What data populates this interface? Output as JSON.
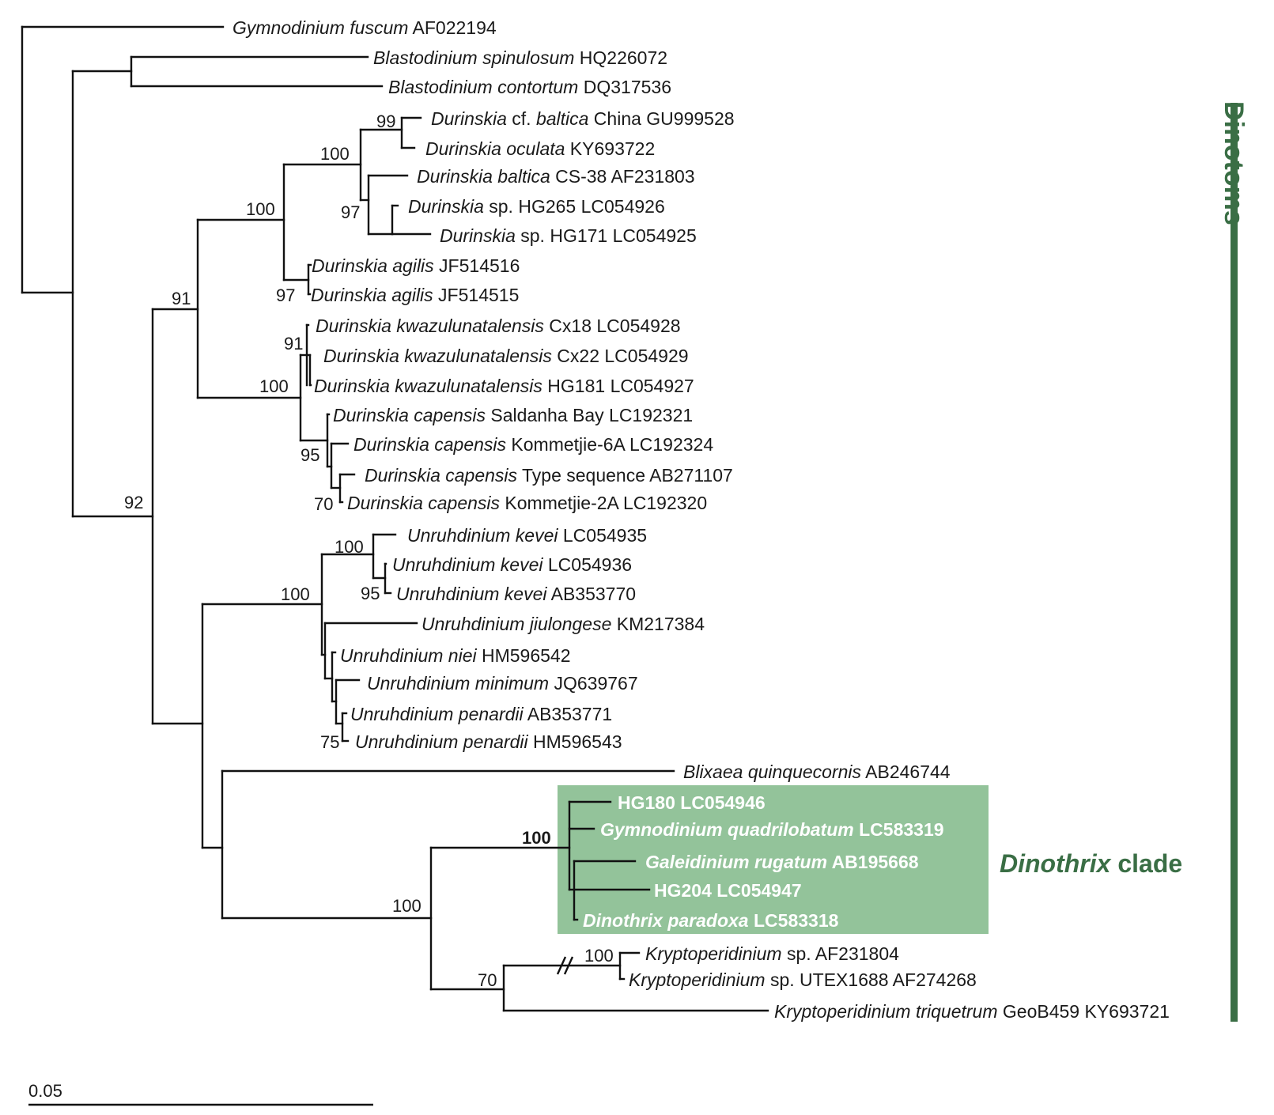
{
  "colors": {
    "branch": "#111111",
    "clade_box": "#93c39a",
    "accent_green": "#3a6e45",
    "text": "#1a1a1a",
    "highlight_text": "#ffffff"
  },
  "group_label": "Dinotoms",
  "clade_label": {
    "italic": "Dinothrix",
    "rest": " clade"
  },
  "scale_bar": {
    "label": "0.05"
  },
  "taxa": [
    {
      "id": "t1",
      "italic": "Gymnodinium fuscum",
      "rest": " AF022194"
    },
    {
      "id": "t2",
      "italic": "Blastodinium spinulosum",
      "rest": " HQ226072"
    },
    {
      "id": "t3",
      "italic": "Blastodinium contortum",
      "rest": " DQ317536"
    },
    {
      "id": "t4",
      "italic": "Durinskia",
      "rest": " cf. ",
      "italic2": "baltica",
      "rest2": " China GU999528"
    },
    {
      "id": "t5",
      "italic": "Durinskia oculata",
      "rest": " KY693722"
    },
    {
      "id": "t6",
      "italic": "Durinskia baltica",
      "rest": " CS-38 AF231803"
    },
    {
      "id": "t7",
      "italic": "Durinskia",
      "rest": " sp. HG265 LC054926"
    },
    {
      "id": "t8",
      "italic": "Durinskia",
      "rest": " sp. HG171 LC054925"
    },
    {
      "id": "t9",
      "italic": "Durinskia agilis",
      "rest": " JF514516"
    },
    {
      "id": "t10",
      "italic": "Durinskia agilis",
      "rest": " JF514515"
    },
    {
      "id": "t11",
      "italic": "Durinskia kwazulunatalensis",
      "rest": " Cx18 LC054928"
    },
    {
      "id": "t12",
      "italic": "Durinskia kwazulunatalensis",
      "rest": " Cx22 LC054929"
    },
    {
      "id": "t13",
      "italic": "Durinskia kwazulunatalensis",
      "rest": " HG181 LC054927"
    },
    {
      "id": "t14",
      "italic": "Durinskia capensis",
      "rest": " Saldanha Bay LC192321"
    },
    {
      "id": "t15",
      "italic": "Durinskia capensis",
      "rest": " Kommetjie-6A LC192324"
    },
    {
      "id": "t16",
      "italic": "Durinskia capensis",
      "rest": " Type sequence AB271107"
    },
    {
      "id": "t17",
      "italic": "Durinskia capensis",
      "rest": " Kommetjie-2A LC192320"
    },
    {
      "id": "t18",
      "italic": "Unruhdinium kevei",
      "rest": " LC054935"
    },
    {
      "id": "t19",
      "italic": "Unruhdinium kevei",
      "rest": " LC054936"
    },
    {
      "id": "t20",
      "italic": "Unruhdinium kevei",
      "rest": " AB353770"
    },
    {
      "id": "t21",
      "italic": "Unruhdinium jiulongese",
      "rest": " KM217384"
    },
    {
      "id": "t22",
      "italic": "Unruhdinium niei",
      "rest": " HM596542"
    },
    {
      "id": "t23",
      "italic": "Unruhdinium minimum",
      "rest": " JQ639767"
    },
    {
      "id": "t24",
      "italic": "Unruhdinium penardii",
      "rest": " AB353771"
    },
    {
      "id": "t25",
      "italic": "Unruhdinium penardii",
      "rest": " HM596543"
    },
    {
      "id": "t26",
      "italic": "Blixaea quinquecornis",
      "rest": " AB246744"
    },
    {
      "id": "t27",
      "italic": "",
      "rest": "HG180 LC054946"
    },
    {
      "id": "t28",
      "italic": "Gymnodinium quadrilobatum",
      "rest": " LC583319"
    },
    {
      "id": "t29",
      "italic": "Galeidinium rugatum",
      "rest": " AB195668"
    },
    {
      "id": "t30",
      "italic": "",
      "rest": "HG204 LC054947"
    },
    {
      "id": "t31",
      "italic": "Dinothrix paradoxa",
      "rest": " LC583318"
    },
    {
      "id": "t32",
      "italic": "Kryptoperidinium",
      "rest": " sp. AF231804"
    },
    {
      "id": "t33",
      "italic": "Kryptoperidinium",
      "rest": " sp. UTEX1688 AF274268"
    },
    {
      "id": "t34",
      "italic": "Kryptoperidinium triquetrum",
      "rest": " GeoB459 KY693721"
    }
  ],
  "support_values": [
    {
      "id": "s1",
      "text": "99"
    },
    {
      "id": "s2",
      "text": "100"
    },
    {
      "id": "s3",
      "text": "97"
    },
    {
      "id": "s4",
      "text": "100"
    },
    {
      "id": "s5",
      "text": "97"
    },
    {
      "id": "s6",
      "text": "91"
    },
    {
      "id": "s7",
      "text": "91"
    },
    {
      "id": "s8",
      "text": "100"
    },
    {
      "id": "s9",
      "text": "95"
    },
    {
      "id": "s10",
      "text": "70"
    },
    {
      "id": "s11",
      "text": "92"
    },
    {
      "id": "s12",
      "text": "100"
    },
    {
      "id": "s13",
      "text": "95"
    },
    {
      "id": "s14",
      "text": "100"
    },
    {
      "id": "s15",
      "text": "75"
    },
    {
      "id": "s16",
      "text": "100"
    },
    {
      "id": "s17",
      "text": "100"
    },
    {
      "id": "s18",
      "text": "100"
    },
    {
      "id": "s19",
      "text": "70"
    }
  ]
}
